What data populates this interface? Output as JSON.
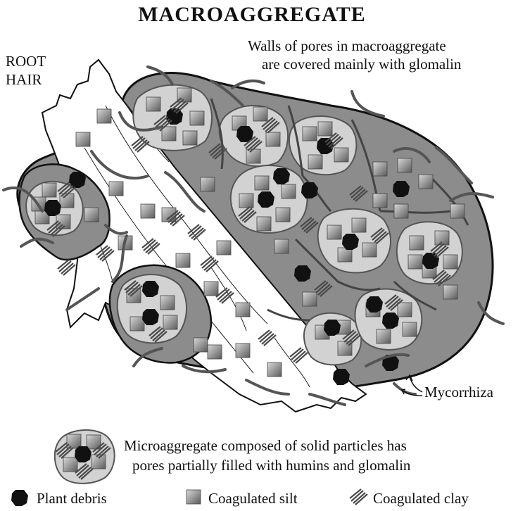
{
  "title": "MACROAGGREGATE",
  "labels": {
    "root_hair_line1": "ROOT",
    "root_hair_line2": "HAIR",
    "walls_line1": "Walls of pores in macroaggregate",
    "walls_line2": "are covered  mainly with glomalin",
    "mycorrhiza": "Mycorrhiza"
  },
  "legend": {
    "microaggregate_line1": "Microaggregate composed of solid particles has",
    "microaggregate_line2": "pores partially filled with humins and glomalin",
    "plant_debris": "Plant debris",
    "coagulated_silt": "Coagulated silt",
    "coagulated_clay": "Coagulated clay"
  },
  "colors": {
    "macro_fill": "#8c8c8c",
    "micro_fill": "#d2d2d2",
    "silt_fill": "#a0a0a0",
    "debris_fill": "#111111",
    "hypha_stroke": "#555555",
    "outline": "#111111"
  }
}
